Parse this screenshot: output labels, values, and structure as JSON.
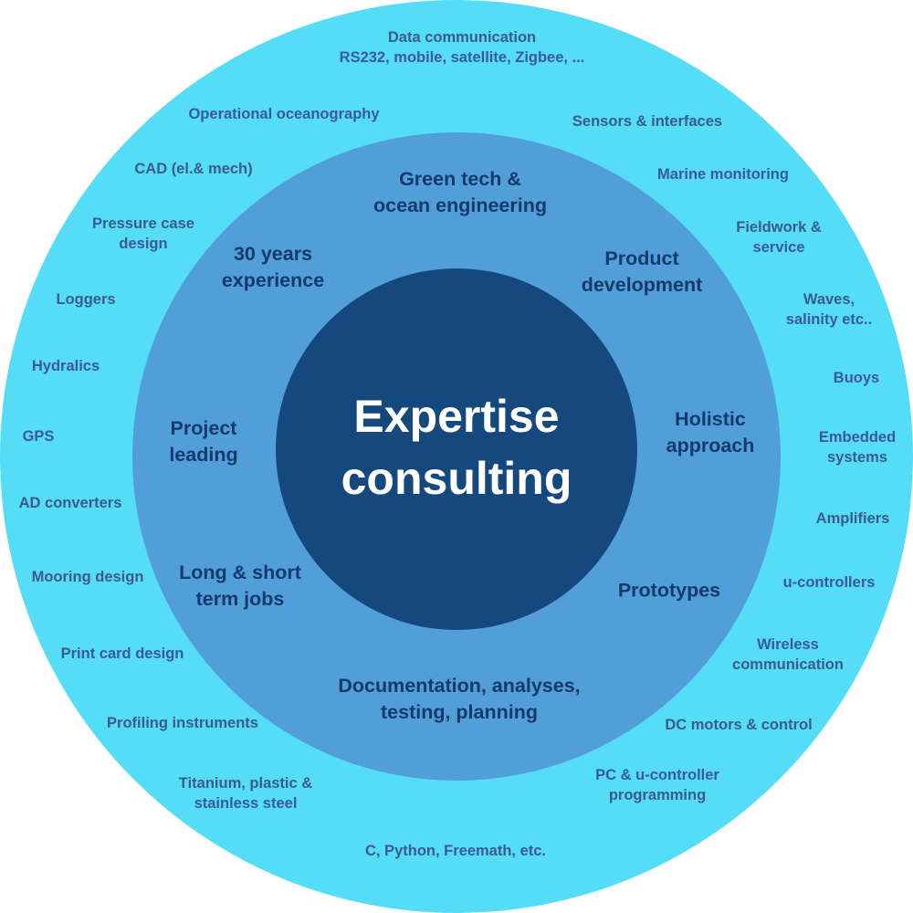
{
  "colors": {
    "outer_ring": "#55dcf7",
    "middle_ring": "#519ed9",
    "inner_circle": "#15497e",
    "outer_text": "#3c5a92",
    "middle_text": "#143a6b",
    "center_text": "#ffffff"
  },
  "center": {
    "lines": [
      "Expertise",
      "consulting"
    ]
  },
  "middle_ring": [
    {
      "id": "green-tech",
      "lines": [
        "Green tech &",
        "ocean engineering"
      ]
    },
    {
      "id": "product-development",
      "lines": [
        "Product",
        "development"
      ]
    },
    {
      "id": "holistic-approach",
      "lines": [
        "Holistic",
        "approach"
      ]
    },
    {
      "id": "prototypes",
      "lines": [
        "Prototypes"
      ]
    },
    {
      "id": "documentation",
      "lines": [
        "Documentation, analyses,",
        "testing, planning"
      ]
    },
    {
      "id": "long-short-term",
      "lines": [
        "Long & short",
        "term jobs"
      ]
    },
    {
      "id": "project-leading",
      "lines": [
        "Project",
        "leading"
      ]
    },
    {
      "id": "thirty-years",
      "lines": [
        "30 years",
        "experience"
      ]
    }
  ],
  "outer_ring": [
    {
      "id": "data-communication",
      "lines": [
        "Data communication",
        "RS232, mobile, satellite, Zigbee, ..."
      ]
    },
    {
      "id": "sensors-interfaces",
      "lines": [
        "Sensors & interfaces"
      ]
    },
    {
      "id": "marine-monitoring",
      "lines": [
        "Marine monitoring"
      ]
    },
    {
      "id": "fieldwork-service",
      "lines": [
        "Fieldwork &",
        "service"
      ]
    },
    {
      "id": "waves-salinity",
      "lines": [
        "Waves,",
        "salinity etc.."
      ]
    },
    {
      "id": "buoys",
      "lines": [
        "Buoys"
      ]
    },
    {
      "id": "embedded-systems",
      "lines": [
        "Embedded",
        "systems"
      ]
    },
    {
      "id": "amplifiers",
      "lines": [
        "Amplifiers"
      ]
    },
    {
      "id": "u-controllers",
      "lines": [
        "u-controllers"
      ]
    },
    {
      "id": "wireless-communication",
      "lines": [
        "Wireless",
        "communication"
      ]
    },
    {
      "id": "dc-motors",
      "lines": [
        "DC motors & control"
      ]
    },
    {
      "id": "pc-programming",
      "lines": [
        "PC & u-controller",
        "programming"
      ]
    },
    {
      "id": "c-python",
      "lines": [
        "C, Python, Freemath, etc."
      ]
    },
    {
      "id": "titanium-plastic",
      "lines": [
        "Titanium, plastic &",
        "stainless steel"
      ]
    },
    {
      "id": "profiling-instruments",
      "lines": [
        "Profiling instruments"
      ]
    },
    {
      "id": "print-card-design",
      "lines": [
        "Print card design"
      ]
    },
    {
      "id": "mooring-design",
      "lines": [
        "Mooring design"
      ]
    },
    {
      "id": "ad-converters",
      "lines": [
        "AD converters"
      ]
    },
    {
      "id": "gps",
      "lines": [
        "GPS"
      ]
    },
    {
      "id": "hydralics",
      "lines": [
        "Hydralics"
      ]
    },
    {
      "id": "loggers",
      "lines": [
        "Loggers"
      ]
    },
    {
      "id": "pressure-case-design",
      "lines": [
        "Pressure case",
        "design"
      ]
    },
    {
      "id": "cad",
      "lines": [
        "CAD (el.& mech)"
      ]
    },
    {
      "id": "operational-oceanography",
      "lines": [
        "Operational oceanography"
      ]
    }
  ]
}
